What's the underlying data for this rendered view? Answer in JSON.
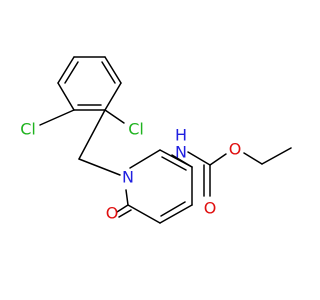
{
  "colors": {
    "bond": "#000000",
    "chlorine": "#1fb31f",
    "nitrogen": "#2020e0",
    "oxygen": "#e01010"
  },
  "atoms": {
    "cl_left": "Cl",
    "cl_right": "Cl",
    "n_ring": "N",
    "o_ketone": "O",
    "nh": "H",
    "nh_n": "N",
    "o_ester": "O",
    "o_carbonyl": "O"
  }
}
